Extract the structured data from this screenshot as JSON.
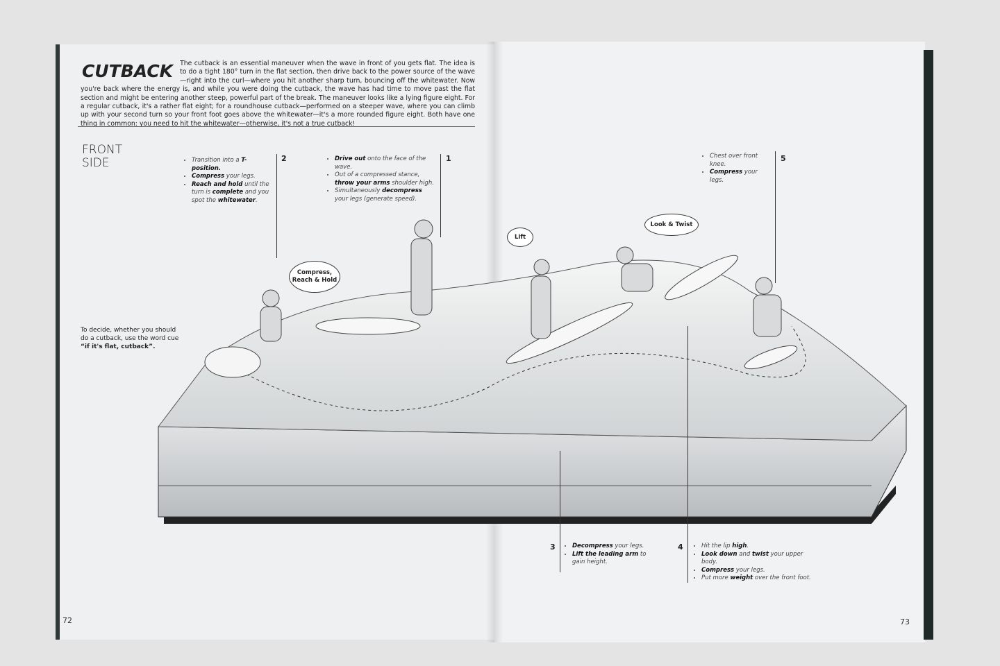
{
  "left_page": {
    "title": "CUTBACK",
    "intro": "The cutback is an essential maneuver when the wave in front of you gets flat. The idea is to do a tight 180° turn in the flat section, then drive back to the power source of the wave—right into the curl—where you hit another sharp turn, bouncing off the whitewater. Now you're back where the energy is, and while you were doing the cutback, the wave has had time to move past the flat section and might be entering another steep, powerful part of the break. The maneuver looks like a lying figure eight. For a regular cutback, it's a rather flat eight; for a roundhouse cutback—performed on a steeper wave, where you can climb up with your second turn so your front foot goes above the whitewater—it's a more rounded figure eight. Both have one thing in common: you need to hit the whitewater—otherwise, it's not a true cutback!",
    "section": [
      "FRONT",
      "SIDE"
    ],
    "cue": {
      "text": "To decide, whether you should do a cutback, use the word cue",
      "quote": "“if it's flat, cutback”."
    },
    "page_number": "72"
  },
  "steps": {
    "s2": {
      "number": "2",
      "items": [
        {
          "b": "",
          "t": "Transition into a ",
          "b2": "T-position."
        },
        {
          "b": "Compress",
          "t": " your legs.",
          "b2": ""
        },
        {
          "b": "Reach and hold",
          "t": " until the turn is ",
          "b2": "complete",
          "t2": " and you spot the ",
          "b3": "whitewater",
          "t3": "."
        }
      ]
    },
    "s1": {
      "number": "1",
      "items": [
        {
          "b": "Drive out",
          "t": " onto the face of the wave."
        },
        {
          "b": "",
          "t": "Out of a compressed stance, ",
          "b2": "throw your arms",
          "t2": " shoulder high."
        },
        {
          "b": "",
          "t": "Simultaneously ",
          "b2": "decompress",
          "t2": " your legs (generate speed)."
        }
      ]
    },
    "s5": {
      "number": "5",
      "items": [
        {
          "b": "",
          "t": "Chest over front knee."
        },
        {
          "b": "Compress",
          "t": " your legs."
        }
      ]
    },
    "s3": {
      "number": "3",
      "items": [
        {
          "b": "Decompress",
          "t": " your legs."
        },
        {
          "b": "Lift the leading arm",
          "t": " to gain height."
        }
      ]
    },
    "s4": {
      "number": "4",
      "items": [
        {
          "b": "",
          "t": "Hit the lip ",
          "b2": "high",
          "t2": "."
        },
        {
          "b": "Look down",
          "t": " and ",
          "b2": "twist",
          "t2": " your upper body."
        },
        {
          "b": "Compress",
          "t": " your legs."
        },
        {
          "b": "",
          "t": "Put more ",
          "b2": "weight",
          "t2": " over the front foot."
        }
      ]
    }
  },
  "bubbles": {
    "compress": "Compress, Reach & Hold",
    "lift": "Lift",
    "look": "Look & Twist"
  },
  "right_page": {
    "page_number": "73"
  },
  "colors": {
    "paper": "#eef0f1",
    "ink": "#222222",
    "cover_edge": "#1f2a28"
  }
}
